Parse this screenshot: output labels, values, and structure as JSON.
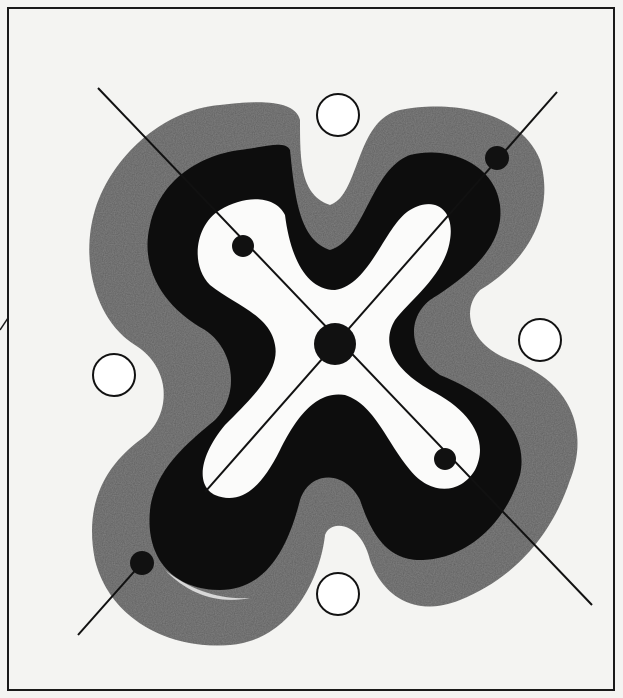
{
  "figure": {
    "description_visible_text": "",
    "colors": {
      "paper": "#f4f4f2",
      "frame": "#1a1a1a",
      "outer_band": "#5a5a5a",
      "outer_band_texture": "#8a8a8a",
      "inner_band": "#0d0d0d",
      "core": "#fbfbfa",
      "ink": "#111111"
    },
    "solid_dots": [
      "center-dot",
      "upper-left-dot",
      "lower-right-dot",
      "top-right-dot",
      "bottom-left-dot"
    ],
    "hollow_circles": [
      "top",
      "right",
      "left",
      "bottom"
    ],
    "diagonal_lines": [
      "main-diagonal",
      "anti-diagonal"
    ]
  }
}
